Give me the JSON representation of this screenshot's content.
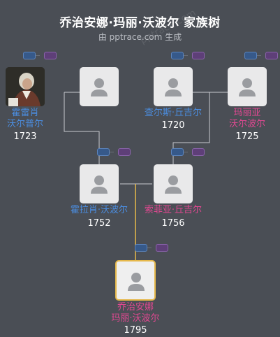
{
  "header": {
    "title": "乔治安娜·玛丽·沃波尔 家族树",
    "subtitle": "由 pptrace.com 生成",
    "watermark": "pptrace.com"
  },
  "colors": {
    "male": "#4b8de0",
    "female": "#e14891",
    "focus_border": "#e6b84a",
    "background": "#4a4e55"
  },
  "people": {
    "p1": {
      "name1": "霍雷肖",
      "name2": "沃尔普尔",
      "year": "1723",
      "gender": "male",
      "photo": "portrait"
    },
    "p2": {
      "name1": "",
      "name2": "",
      "year": "",
      "gender": "female",
      "photo": "placeholder-avatar-icon"
    },
    "p3": {
      "name1": "查尔斯·丘吉尔",
      "name2": "",
      "year": "1720",
      "gender": "male",
      "photo": "placeholder-avatar-icon"
    },
    "p4": {
      "name1": "玛丽亚",
      "name2": "沃尔波尔",
      "year": "1725",
      "gender": "female",
      "photo": "placeholder-avatar-icon"
    },
    "p5": {
      "name1": "霍拉肖·沃波尔",
      "name2": "",
      "year": "1752",
      "gender": "male",
      "photo": "placeholder-avatar-icon"
    },
    "p6": {
      "name1": "索菲亚·丘吉尔",
      "name2": "",
      "year": "1756",
      "gender": "female",
      "photo": "placeholder-avatar-icon"
    },
    "p7": {
      "name1": "乔治安娜",
      "name2": "玛丽·沃波尔",
      "year": "1795",
      "gender": "female",
      "photo": "placeholder-avatar-icon"
    }
  }
}
